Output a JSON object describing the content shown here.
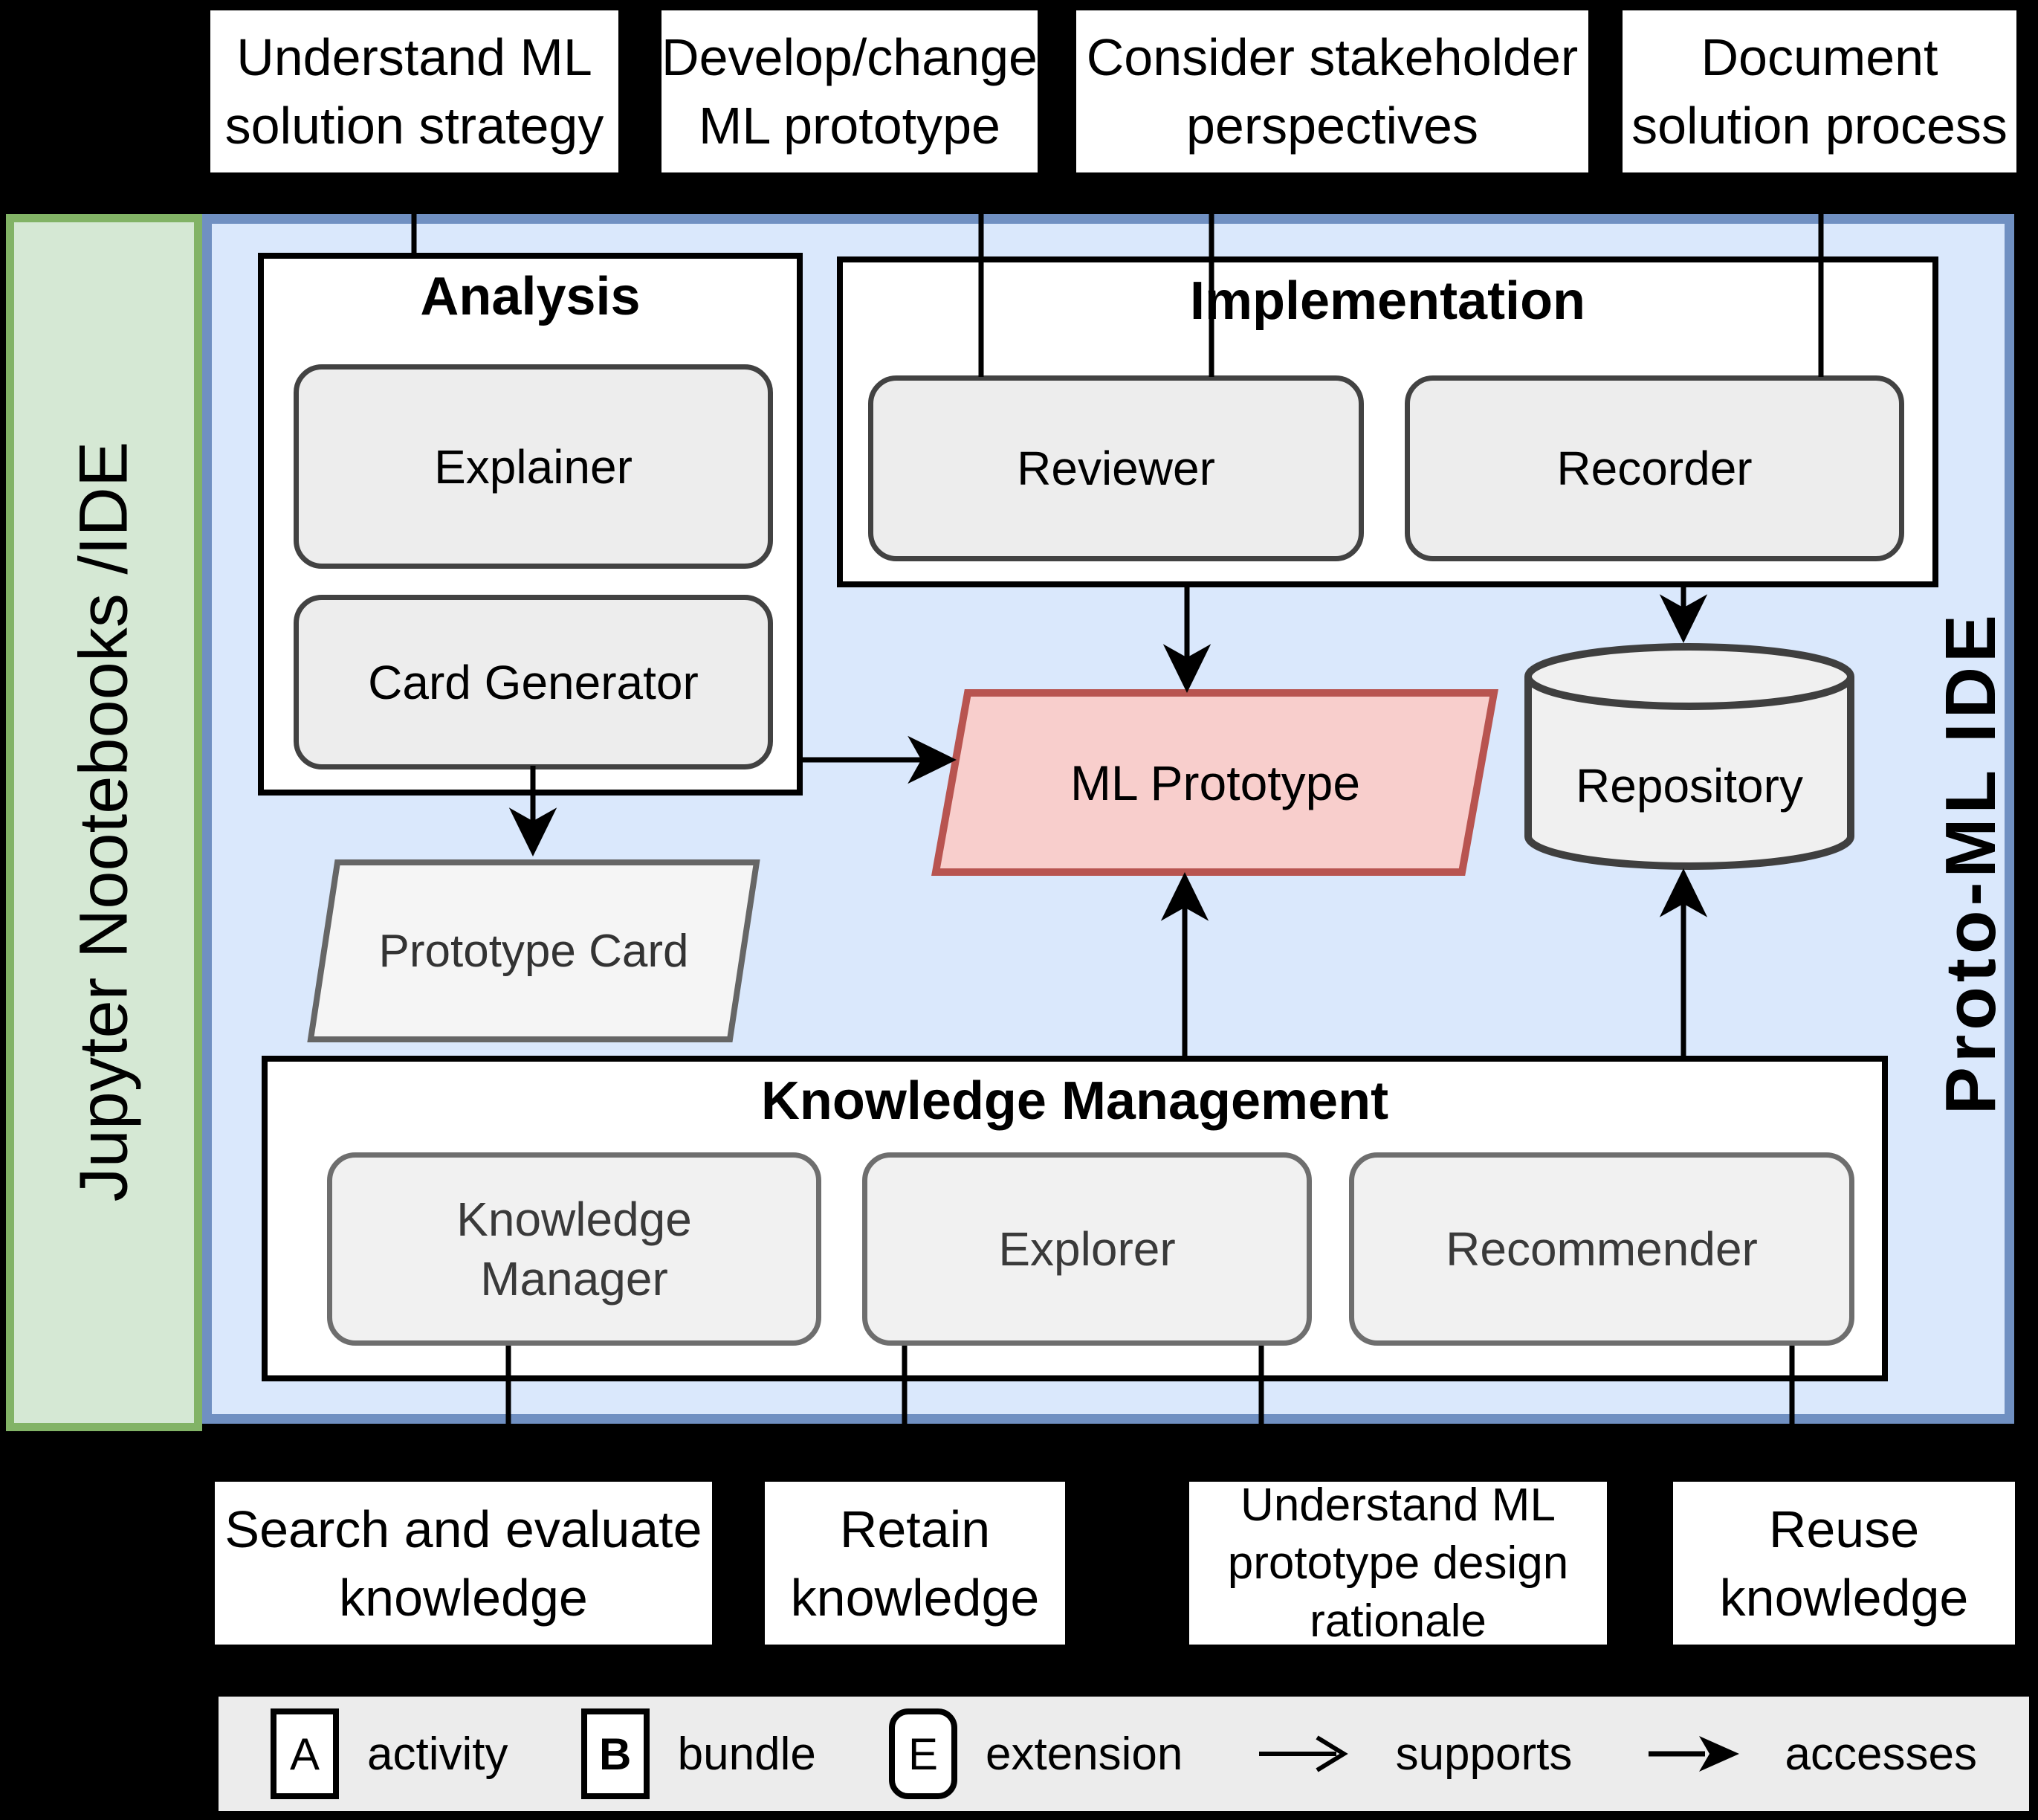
{
  "colors": {
    "background": "#000000",
    "panel_blue_fill": "#dae8fc",
    "panel_blue_stroke": "#7090c2",
    "panel_green_fill": "#d5e8d4",
    "panel_green_stroke": "#82b366",
    "prototype_red_fill": "#f8cecc",
    "prototype_red_stroke": "#b85450",
    "extension_fill": "#ededed",
    "extension_stroke": "#424242",
    "artifact_gray_fill": "#f2f2f2",
    "artifact_gray_stroke": "#666666",
    "box_white": "#ffffff",
    "connector_black": "#000000"
  },
  "top_activities": [
    {
      "label": "Understand ML\nsolution strategy"
    },
    {
      "label": "Develop/change\nML prototype"
    },
    {
      "label": "Consider stakeholder\nperspectives"
    },
    {
      "label": "Document\nsolution process"
    }
  ],
  "side_panels": {
    "left_label": "Jupyter Nootebooks /IDE",
    "right_label": "Proto-ML IDE"
  },
  "bundles": {
    "analysis": {
      "title": "Analysis",
      "extensions": [
        {
          "label": "Explainer"
        },
        {
          "label": "Card Generator"
        }
      ]
    },
    "implementation": {
      "title": "Implementation",
      "extensions": [
        {
          "label": "Reviewer"
        },
        {
          "label": "Recorder"
        }
      ]
    },
    "knowledge_management": {
      "title": "Knowledge Management",
      "extensions": [
        {
          "label": "Knowledge\nManager"
        },
        {
          "label": "Explorer"
        },
        {
          "label": "Recommender"
        }
      ]
    }
  },
  "artifacts": {
    "ml_prototype": {
      "label": "ML Prototype"
    },
    "repository": {
      "label": "Repository"
    },
    "prototype_card": {
      "label": "Prototype Card"
    }
  },
  "bottom_activities": [
    {
      "label": "Search and evaluate\nknowledge"
    },
    {
      "label": "Retain\nknowledge"
    },
    {
      "label": "Understand ML\nprototype design\nrationale"
    },
    {
      "label": "Reuse\nknowledge"
    }
  ],
  "legend": {
    "activity": {
      "symbol": "A",
      "label": "activity"
    },
    "bundle": {
      "symbol": "B",
      "label": "bundle"
    },
    "extension": {
      "symbol": "E",
      "label": "extension"
    },
    "supports": {
      "label": "supports"
    },
    "accesses": {
      "label": "accesses"
    }
  }
}
